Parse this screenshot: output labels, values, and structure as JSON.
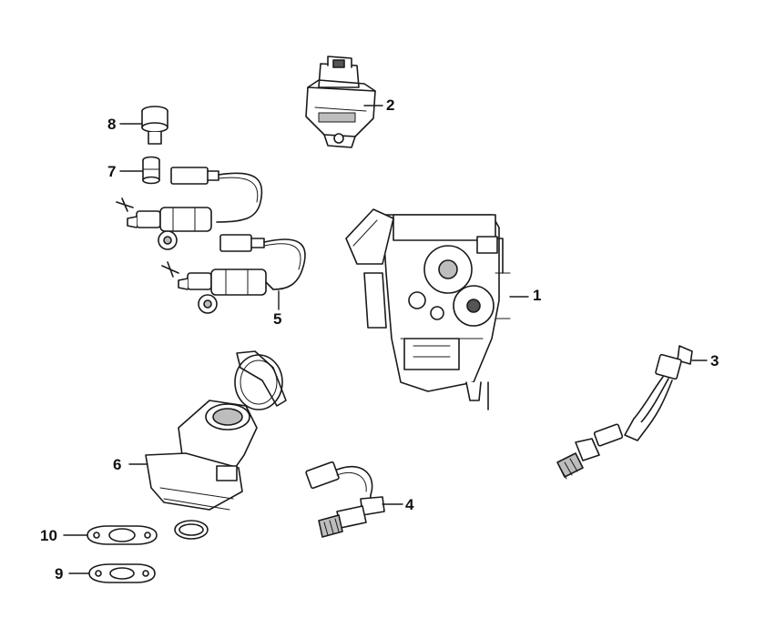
{
  "diagram": {
    "type": "exploded-parts-diagram",
    "colors": {
      "line": "#1a1a1a",
      "fill": "#ffffff",
      "shade": "#bdbdbd",
      "dark": "#555555"
    },
    "callouts": [
      {
        "id": "part-1",
        "label": "1"
      },
      {
        "id": "part-2",
        "label": "2"
      },
      {
        "id": "part-3",
        "label": "3"
      },
      {
        "id": "part-4",
        "label": "4"
      },
      {
        "id": "part-5",
        "label": "5"
      },
      {
        "id": "part-6",
        "label": "6"
      },
      {
        "id": "part-7",
        "label": "7"
      },
      {
        "id": "part-8",
        "label": "8"
      },
      {
        "id": "part-9",
        "label": "9"
      },
      {
        "id": "part-10",
        "label": "10"
      }
    ]
  }
}
